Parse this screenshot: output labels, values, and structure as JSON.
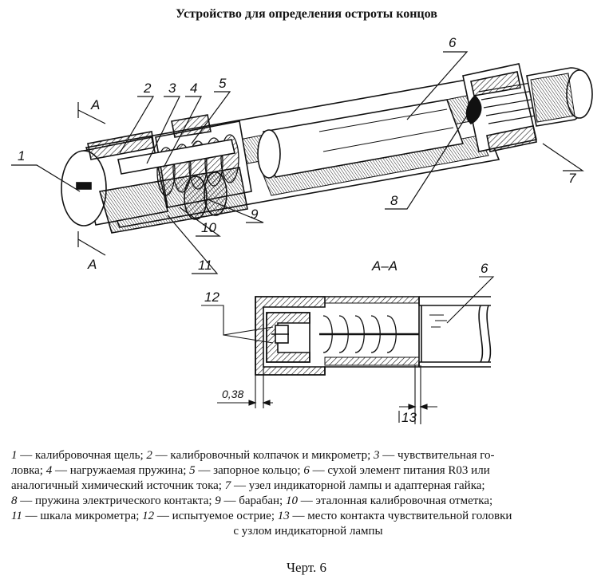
{
  "title": "Устройство для определения остроты концов",
  "section_label": "А–А",
  "dimensions": {
    "d1": "0,38",
    "d2": "13"
  },
  "callouts": [
    "1",
    "2",
    "3",
    "4",
    "5",
    "6",
    "7",
    "8",
    "9",
    "10",
    "11",
    "12",
    "13"
  ],
  "view_marks": [
    "А",
    "А"
  ],
  "caption": {
    "lines": [
      [
        {
          "n": "1"
        },
        {
          "t": " — калибровочная щель; "
        },
        {
          "n": "2"
        },
        {
          "t": " — калибровочный колпачок и микрометр; "
        },
        {
          "n": "3"
        },
        {
          "t": " — чувствительная го-"
        }
      ],
      [
        {
          "t": "ловка; "
        },
        {
          "n": "4"
        },
        {
          "t": " — нагружаемая пружина; "
        },
        {
          "n": "5"
        },
        {
          "t": " — запорное кольцо; "
        },
        {
          "n": "6"
        },
        {
          "t": " — сухой элемент питания R03 или"
        }
      ],
      [
        {
          "t": "аналогичный химический источник тока; "
        },
        {
          "n": "7"
        },
        {
          "t": " — узел индикаторной лампы и адаптерная гайка;"
        }
      ],
      [
        {
          "n": "8"
        },
        {
          "t": " — пружина электрического контакта; "
        },
        {
          "n": "9"
        },
        {
          "t": " — барабан; "
        },
        {
          "n": "10"
        },
        {
          "t": " — эталонная калибровочная отметка;"
        }
      ],
      [
        {
          "n": "11"
        },
        {
          "t": " — шкала микрометра; "
        },
        {
          "n": "12"
        },
        {
          "t": " — испытуемое острие; "
        },
        {
          "n": "13"
        },
        {
          "t": " — место контакта чувствительной головки"
        }
      ],
      [
        {
          "t": "с узлом индикаторной лампы"
        }
      ]
    ]
  },
  "chart_number": "Черт. 6"
}
